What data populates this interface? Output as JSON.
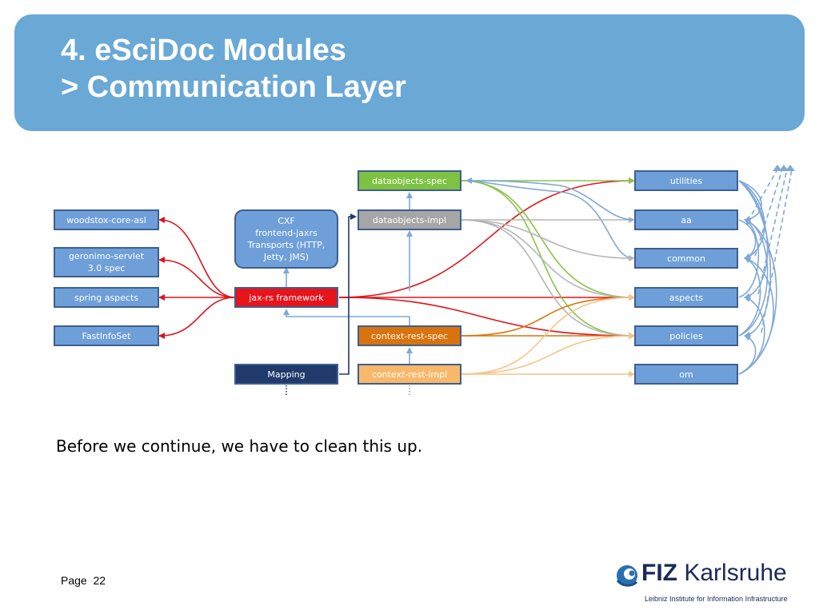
{
  "slide": {
    "title_line1": "4. eSciDoc Modules",
    "title_line2": "> Communication Layer",
    "body_text": "Before we continue, we have to clean this up.",
    "page_label": "Page",
    "page_number": "22"
  },
  "logo": {
    "name_bold": "FIZ",
    "name_rest": "Karlsruhe",
    "subtitle": "Leibniz Institute for Information Infrastructure"
  },
  "nodes": {
    "woodstox": "woodstox-core-asl",
    "geronimo_1": "geronimo-servlet",
    "geronimo_2": "3.0 spec",
    "spring": "spring aspects",
    "fastinfoset": "FastInfoSet",
    "cxf_1": "CXF",
    "cxf_2": "frontend-jaxrs",
    "cxf_3": "Transports (HTTP,",
    "cxf_4": "Jetty, JMS)",
    "jaxrs": "jax-rs framework",
    "mapping": "Mapping",
    "dataobjects_spec": "dataobjects-spec",
    "dataobjects_impl": "dataobjects-impl",
    "context_spec": "context-rest-spec",
    "context_impl": "context-rest-impl",
    "utilities": "utilities",
    "aa": "aa",
    "common": "common",
    "aspects": "aspects",
    "policies": "policies",
    "om": "om"
  },
  "colors": {
    "header_bg": "#6aa8d6",
    "node_blue": "#6f9fd8",
    "node_red": "#e8141c",
    "node_green": "#7dc242",
    "node_gray": "#a6a6a6",
    "node_orange": "#d9730d",
    "node_light_orange": "#f8b86a",
    "node_navy": "#1f3a6b",
    "edge_red": "#e0121a",
    "edge_green": "#8bc34a",
    "edge_gray": "#b5b5b5",
    "edge_orange": "#d9730d",
    "edge_light_orange": "#f7c386",
    "edge_blue": "#7fa8d8",
    "edge_navy": "#1f3a6b"
  }
}
